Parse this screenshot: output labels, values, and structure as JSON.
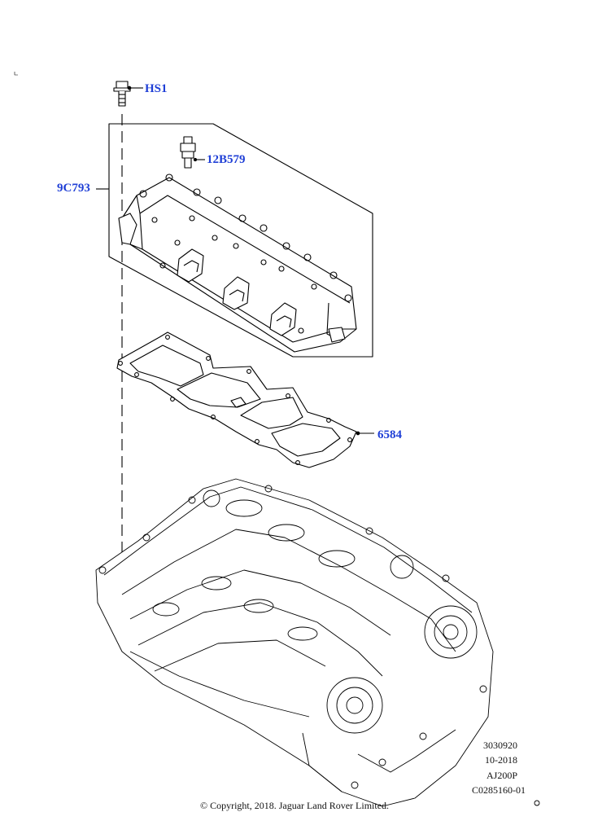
{
  "diagram": {
    "callouts": {
      "bolt": "HS1",
      "sensor": "12B579",
      "housing": "9C793",
      "gasket": "6584"
    },
    "meta": {
      "ref1": "3030920",
      "date": "10-2018",
      "engine": "AJ200P",
      "ref2": "C0285160-01"
    },
    "copyright": "© Copyright, 2018. Jaguar Land Rover Limited.",
    "colors": {
      "callout": "#1f3fd6",
      "line": "#000000"
    }
  }
}
